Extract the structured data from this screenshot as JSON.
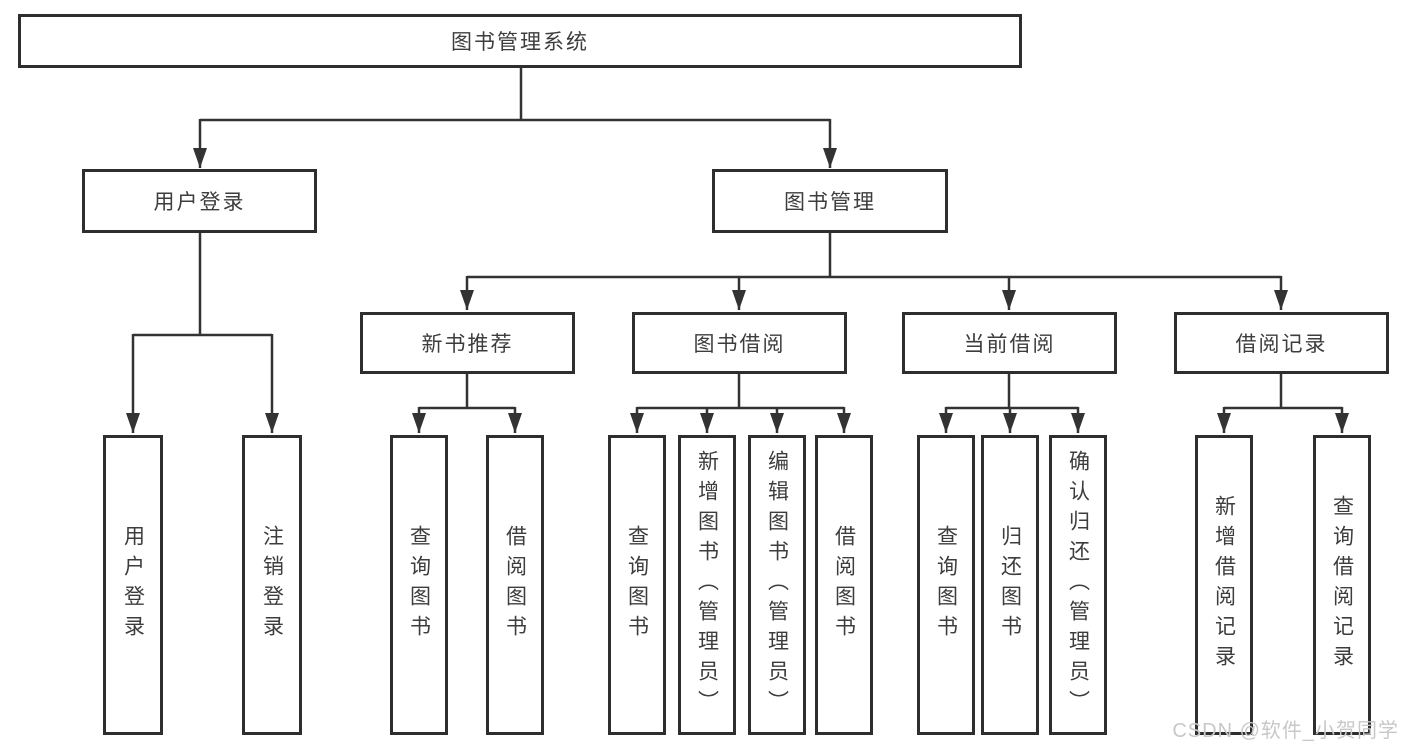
{
  "diagram": {
    "title": "图书管理系统",
    "branches": [
      {
        "label": "用户登录",
        "children": [
          {
            "label": "用户登录"
          },
          {
            "label": "注销登录"
          }
        ]
      },
      {
        "label": "图书管理",
        "children": [
          {
            "label": "新书推荐",
            "children": [
              {
                "label": "查询图书"
              },
              {
                "label": "借阅图书"
              }
            ]
          },
          {
            "label": "图书借阅",
            "children": [
              {
                "label": "查询图书"
              },
              {
                "label": "新增图书（管理员）"
              },
              {
                "label": "编辑图书（管理员）"
              },
              {
                "label": "借阅图书"
              }
            ]
          },
          {
            "label": "当前借阅",
            "children": [
              {
                "label": "查询图书"
              },
              {
                "label": "归还图书"
              },
              {
                "label": "确认归还（管理员）"
              }
            ]
          },
          {
            "label": "借阅记录",
            "children": [
              {
                "label": "新增借阅记录"
              },
              {
                "label": "查询借阅记录"
              }
            ]
          }
        ]
      }
    ]
  },
  "watermark": {
    "text": "CSDN @软件_小贺同学"
  },
  "colors": {
    "line": "#333333",
    "border": "#2e2e2e",
    "text": "#3d3d3d",
    "watermark": "#c8c8c8",
    "background": "#ffffff"
  }
}
